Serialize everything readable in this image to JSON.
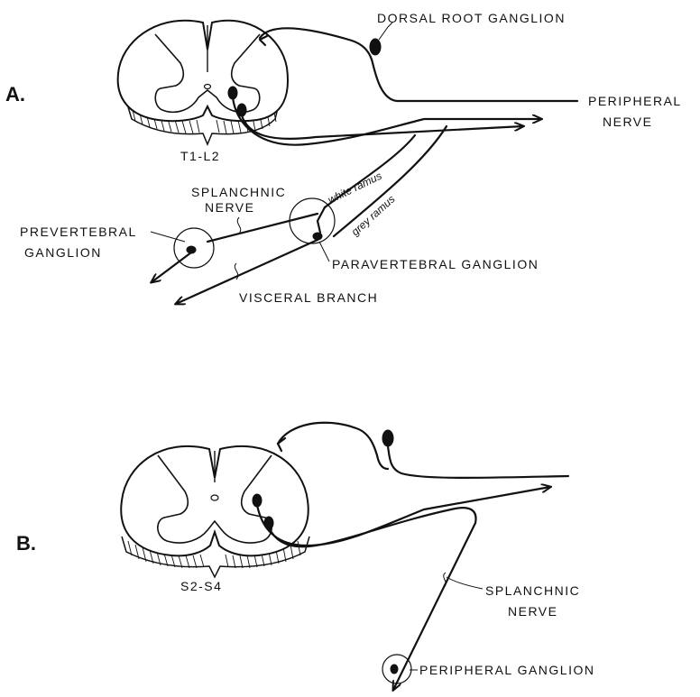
{
  "panel_a": {
    "letter": "A.",
    "segment": "T1-L2",
    "labels": {
      "dorsal_root_ganglion": "DORSAL ROOT GANGLION",
      "peripheral_nerve_1": "PERIPHERAL",
      "peripheral_nerve_2": "NERVE",
      "splanchnic_nerve_1": "SPLANCHNIC",
      "splanchnic_nerve_2": "NERVE",
      "white_ramus": "white ramus",
      "grey_ramus": "grey ramus",
      "prevertebral_ganglion_1": "PREVERTEBRAL",
      "prevertebral_ganglion_2": "GANGLION",
      "paravertebral_ganglion": "PARAVERTEBRAL GANGLION",
      "visceral_branch": "VISCERAL BRANCH"
    }
  },
  "panel_b": {
    "letter": "B.",
    "segment": "S2-S4",
    "labels": {
      "splanchnic_nerve_1": "SPLANCHNIC",
      "splanchnic_nerve_2": "NERVE",
      "peripheral_ganglion": "PERIPHERAL GANGLION"
    }
  }
}
